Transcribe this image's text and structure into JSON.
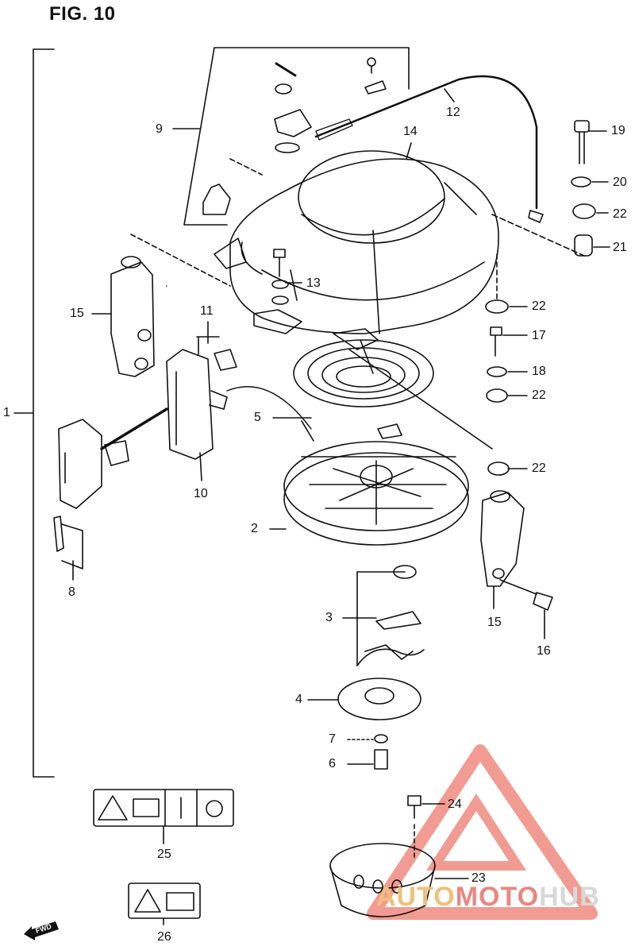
{
  "figure": {
    "title": "FIG. 10"
  },
  "callouts": [
    {
      "id": "1",
      "text": "1"
    },
    {
      "id": "2",
      "text": "2"
    },
    {
      "id": "3",
      "text": "3"
    },
    {
      "id": "4",
      "text": "4"
    },
    {
      "id": "5",
      "text": "5"
    },
    {
      "id": "6",
      "text": "6"
    },
    {
      "id": "7",
      "text": "7"
    },
    {
      "id": "8",
      "text": "8"
    },
    {
      "id": "9",
      "text": "9"
    },
    {
      "id": "10",
      "text": "10"
    },
    {
      "id": "11",
      "text": "11"
    },
    {
      "id": "12",
      "text": "12"
    },
    {
      "id": "13",
      "text": "13"
    },
    {
      "id": "14",
      "text": "14"
    },
    {
      "id": "15a",
      "text": "15"
    },
    {
      "id": "15b",
      "text": "15"
    },
    {
      "id": "16",
      "text": "16"
    },
    {
      "id": "17",
      "text": "17"
    },
    {
      "id": "18",
      "text": "18"
    },
    {
      "id": "19",
      "text": "19"
    },
    {
      "id": "20",
      "text": "20"
    },
    {
      "id": "21",
      "text": "21"
    },
    {
      "id": "22a",
      "text": "22"
    },
    {
      "id": "22b",
      "text": "22"
    },
    {
      "id": "22c",
      "text": "22"
    },
    {
      "id": "22d",
      "text": "22"
    },
    {
      "id": "23",
      "text": "23"
    },
    {
      "id": "24",
      "text": "24"
    },
    {
      "id": "25",
      "text": "25"
    },
    {
      "id": "26",
      "text": "26"
    }
  ],
  "fwd_label": "FWD",
  "watermark": {
    "part1": "AUTO",
    "part2": "MOTO",
    "part3": "HUB",
    "colors": [
      "#f1bf7a",
      "#e9877f",
      "#d8d8d8"
    ]
  }
}
